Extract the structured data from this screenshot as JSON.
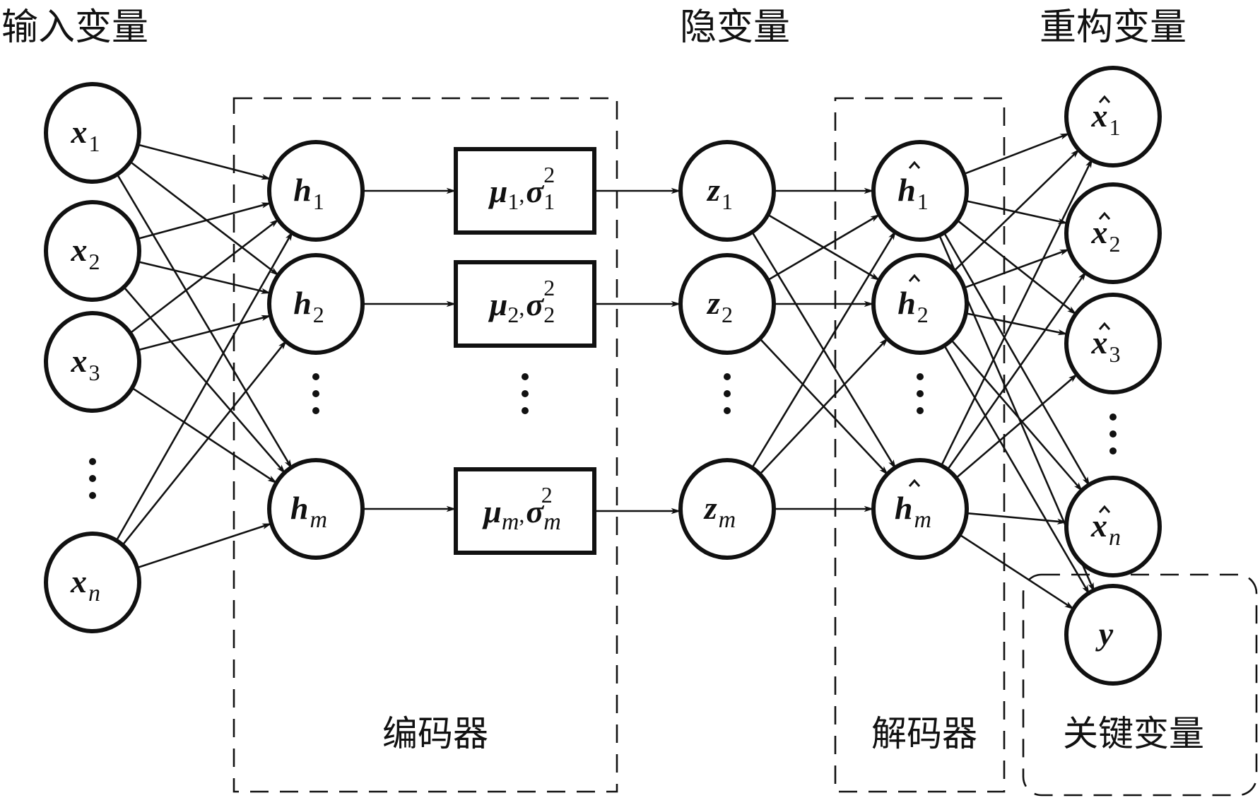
{
  "titles": {
    "input": "输入变量",
    "latent": "隐变量",
    "reconstructed": "重构变量"
  },
  "groups": {
    "encoder": "编码器",
    "decoder": "解码器",
    "key_variable": "关键变量"
  },
  "layers": {
    "input": [
      {
        "id": "x1",
        "symbol": "x",
        "sub": "1",
        "sub_italic": false,
        "hat": false
      },
      {
        "id": "x2",
        "symbol": "x",
        "sub": "2",
        "sub_italic": false,
        "hat": false
      },
      {
        "id": "x3",
        "symbol": "x",
        "sub": "3",
        "sub_italic": false,
        "hat": false
      },
      {
        "id": "xdots",
        "ellipsis": true
      },
      {
        "id": "xn",
        "symbol": "x",
        "sub": "n",
        "sub_italic": true,
        "hat": false
      }
    ],
    "hidden": [
      {
        "id": "h1",
        "symbol": "h",
        "sub": "1",
        "sub_italic": false,
        "hat": false
      },
      {
        "id": "h2",
        "symbol": "h",
        "sub": "2",
        "sub_italic": false,
        "hat": false
      },
      {
        "id": "hdots",
        "ellipsis": true
      },
      {
        "id": "hm",
        "symbol": "h",
        "sub": "m",
        "sub_italic": true,
        "hat": false
      }
    ],
    "distribution": [
      {
        "id": "d1",
        "mu": "μ",
        "mu_sub": "1",
        "sigma": "σ",
        "sigma_sub": "1",
        "sup": "2",
        "sub_italic": false
      },
      {
        "id": "d2",
        "mu": "μ",
        "mu_sub": "2",
        "sigma": "σ",
        "sigma_sub": "2",
        "sup": "2",
        "sub_italic": false
      },
      {
        "id": "ddots",
        "ellipsis": true
      },
      {
        "id": "dm",
        "mu": "μ",
        "mu_sub": "m",
        "sigma": "σ",
        "sigma_sub": "m",
        "sup": "2",
        "sub_italic": true
      }
    ],
    "latent": [
      {
        "id": "z1",
        "symbol": "z",
        "sub": "1",
        "sub_italic": false,
        "hat": false
      },
      {
        "id": "z2",
        "symbol": "z",
        "sub": "2",
        "sub_italic": false,
        "hat": false
      },
      {
        "id": "zdots",
        "ellipsis": true
      },
      {
        "id": "zm",
        "symbol": "z",
        "sub": "m",
        "sub_italic": true,
        "hat": false
      }
    ],
    "decoder_hidden": [
      {
        "id": "hh1",
        "symbol": "h",
        "sub": "1",
        "sub_italic": false,
        "hat": true
      },
      {
        "id": "hh2",
        "symbol": "h",
        "sub": "2",
        "sub_italic": false,
        "hat": true
      },
      {
        "id": "hhdots",
        "ellipsis": true
      },
      {
        "id": "hhm",
        "symbol": "h",
        "sub": "m",
        "sub_italic": true,
        "hat": true
      }
    ],
    "output": [
      {
        "id": "xh1",
        "symbol": "x",
        "sub": "1",
        "sub_italic": false,
        "hat": true
      },
      {
        "id": "xh2",
        "symbol": "x",
        "sub": "2",
        "sub_italic": false,
        "hat": true
      },
      {
        "id": "xh3",
        "symbol": "x",
        "sub": "3",
        "sub_italic": false,
        "hat": true
      },
      {
        "id": "xhdots",
        "ellipsis": true
      },
      {
        "id": "xhn",
        "symbol": "x",
        "sub": "n",
        "sub_italic": true,
        "hat": true
      },
      {
        "id": "y",
        "symbol": "y",
        "sub": "",
        "sub_italic": false,
        "hat": false
      }
    ]
  },
  "connections": {
    "input_to_hidden": "full",
    "hidden_to_distribution": "one-to-one",
    "distribution_to_latent": "one-to-one",
    "latent_to_decoder_hidden": "full",
    "decoder_hidden_to_output": "full"
  }
}
